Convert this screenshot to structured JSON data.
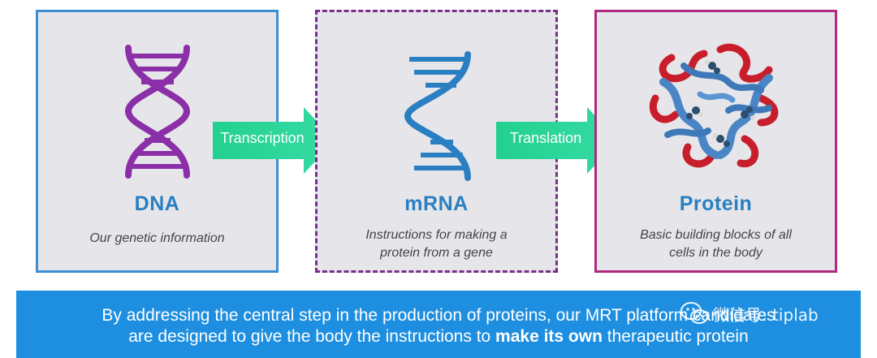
{
  "stages": [
    {
      "title": "DNA",
      "description": "Our genetic information",
      "icon": "dna-helix-icon",
      "color": "#8b2fa8"
    },
    {
      "title": "mRNA",
      "description_lines": [
        "Instructions for making a",
        "protein from a gene"
      ],
      "icon": "mrna-strand-icon",
      "color": "#2a7fc2"
    },
    {
      "title": "Protein",
      "description_lines": [
        "Basic building blocks of all",
        "cells in the body"
      ],
      "icon": "protein-structure-icon"
    }
  ],
  "arrows": [
    {
      "label": "Transcription",
      "color": "#2ed89a"
    },
    {
      "label": "Translation",
      "color": "#2ed89a"
    }
  ],
  "banner": {
    "line1": "By addressing the central step in the production of proteins, our MRT platform candidates",
    "line2_pre": "are designed to give the body the instructions to ",
    "line2_bold": "make its own",
    "line2_post": " therapeutic protein",
    "color": "#1e8fe0"
  },
  "watermark": {
    "text": "微信号: tiplab",
    "icon": "wechat-logo-icon"
  }
}
